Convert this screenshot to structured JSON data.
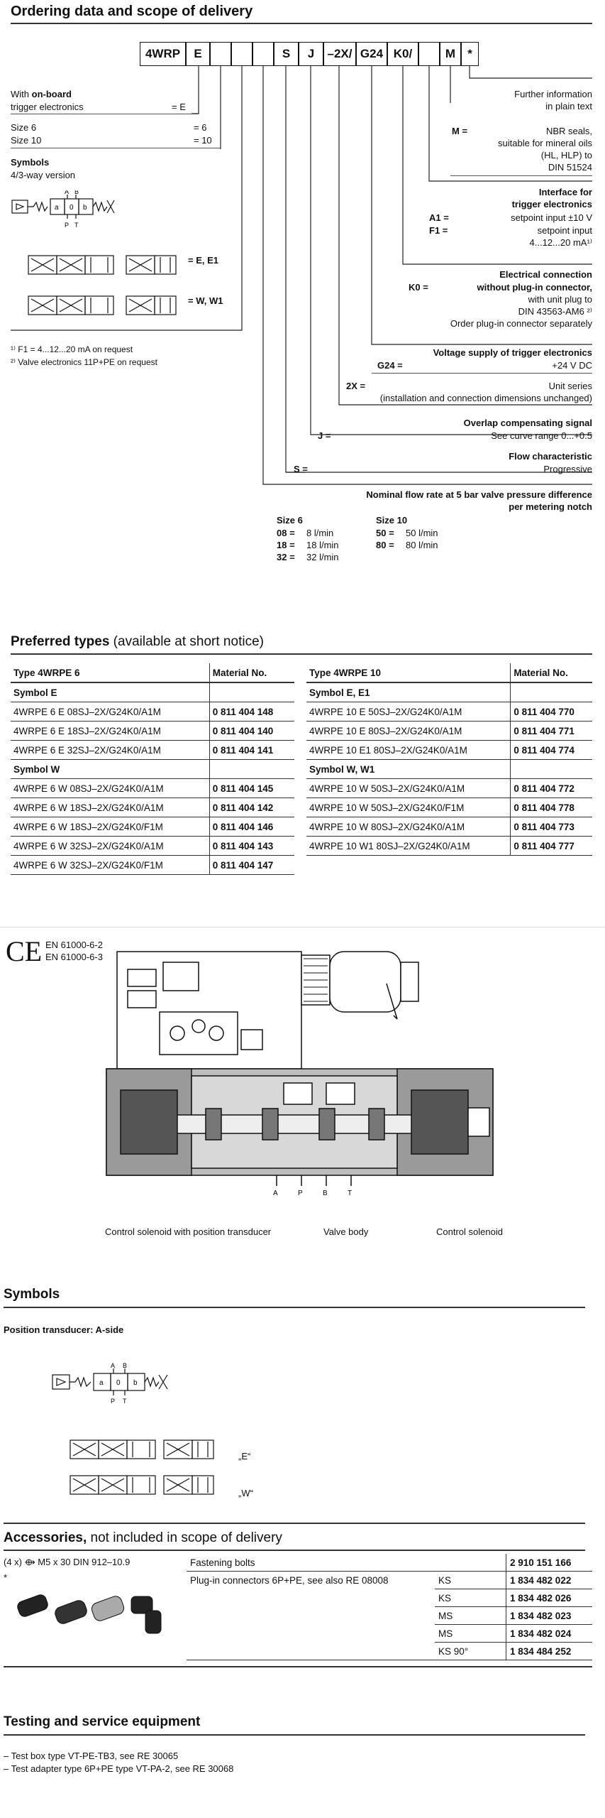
{
  "ordering": {
    "title": "Ordering data and scope of delivery",
    "code_boxes": [
      "4WRP",
      "E",
      "",
      "",
      "",
      "S",
      "J",
      "–2X/",
      "G24",
      "K0/",
      "",
      "M",
      "*"
    ],
    "left": {
      "onboard_prefix": "With ",
      "onboard_bold": "on-board",
      "onboard_line2": "trigger electronics",
      "onboard_code": "= E",
      "size6": "Size 6",
      "size6_code": "= 6",
      "size10": "Size 10",
      "size10_code": "= 10",
      "symbols_title": "Symbols",
      "symbols_sub": "4/3-way version",
      "sym_e": "= E, E1",
      "sym_w": "= W, W1",
      "fn1": "¹⁾ F1 = 4...12...20 mA on request",
      "fn2": "²⁾ Valve electronics 11P+PE on request"
    },
    "right": {
      "further1": "Further information",
      "further2": "in plain text",
      "m_code": "M =",
      "m1": "NBR seals,",
      "m2": "suitable for mineral oils",
      "m3": "(HL, HLP) to",
      "m4": "DIN 51524",
      "iface1": "Interface for",
      "iface2": "trigger electronics",
      "a1_code": "A1 =",
      "a1_text": "setpoint input ±10 V",
      "f1_code": "F1 =",
      "f1_text": "setpoint input",
      "f1_text2": "4...12...20 mA¹⁾",
      "elec1": "Electrical connection",
      "elec2": "without plug-in connector,",
      "k0_code": "K0 =",
      "elec3": "with unit plug to",
      "elec4": "DIN 43563-AM6 ²⁾",
      "elec5": "Order plug-in connector separately",
      "volt1": "Voltage supply of trigger electronics",
      "g24_code": "G24 =",
      "volt2": "+24 V DC",
      "ser_code": "2X =",
      "ser1": "Unit series",
      "ser2": "(installation and connection dimensions unchanged)",
      "ovl1": "Overlap compensating signal",
      "j_code": "J =",
      "ovl2": "See curve range 0...+0.5",
      "flow1": "Flow characteristic",
      "s_code": "S =",
      "flow2": "Progressive",
      "nom1": "Nominal flow rate at 5 bar valve pressure difference",
      "nom2": "per metering notch",
      "size6_head": "Size 6",
      "size10_head": "Size 10",
      "s6": [
        {
          "code": "08 =",
          "val": "8 l/min"
        },
        {
          "code": "18 =",
          "val": "18 l/min"
        },
        {
          "code": "32 =",
          "val": "32 l/min"
        }
      ],
      "s10": [
        {
          "code": "50 =",
          "val": "50 l/min"
        },
        {
          "code": "80 =",
          "val": "80 l/min"
        }
      ]
    }
  },
  "preferred": {
    "title": "Preferred types",
    "title_light": " (available at short notice)",
    "left": {
      "head": [
        "Type 4WRPE 6",
        "Material No."
      ],
      "rows": [
        {
          "sec": "Symbol E"
        },
        {
          "type": "4WRPE 6 E 08SJ–2X/G24K0/A1M",
          "mat": "0 811 404 148"
        },
        {
          "type": "4WRPE 6 E 18SJ–2X/G24K0/A1M",
          "mat": "0 811 404 140"
        },
        {
          "type": "4WRPE 6 E 32SJ–2X/G24K0/A1M",
          "mat": "0 811 404 141"
        },
        {
          "sec": "Symbol W"
        },
        {
          "type": "4WRPE 6 W 08SJ–2X/G24K0/A1M",
          "mat": "0 811 404 145"
        },
        {
          "type": "4WRPE 6 W 18SJ–2X/G24K0/A1M",
          "mat": "0 811 404 142"
        },
        {
          "type": "4WRPE 6 W 18SJ–2X/G24K0/F1M",
          "mat": "0 811 404 146"
        },
        {
          "type": "4WRPE 6 W 32SJ–2X/G24K0/A1M",
          "mat": "0 811 404 143"
        },
        {
          "type": "4WRPE 6 W 32SJ–2X/G24K0/F1M",
          "mat": "0 811 404 147"
        }
      ]
    },
    "right": {
      "head": [
        "Type 4WRPE 10",
        "Material No."
      ],
      "rows": [
        {
          "sec": "Symbol E, E1"
        },
        {
          "type": "4WRPE 10 E 50SJ–2X/G24K0/A1M",
          "mat": "0 811 404 770"
        },
        {
          "type": "4WRPE 10 E 80SJ–2X/G24K0/A1M",
          "mat": "0 811 404 771"
        },
        {
          "type": "4WRPE 10 E1 80SJ–2X/G24K0/A1M",
          "mat": "0 811 404 774"
        },
        {
          "sec": "Symbol W, W1"
        },
        {
          "type": "4WRPE 10 W 50SJ–2X/G24K0/A1M",
          "mat": "0 811 404 772"
        },
        {
          "type": "4WRPE 10 W 50SJ–2X/G24K0/F1M",
          "mat": "0 811 404 778"
        },
        {
          "type": "4WRPE 10 W 80SJ–2X/G24K0/A1M",
          "mat": "0 811 404 773"
        },
        {
          "type": "4WRPE 10 W1 80SJ–2X/G24K0/A1M",
          "mat": "0 811 404 777"
        }
      ]
    }
  },
  "drawing": {
    "ce": "CE",
    "en1": "EN 61000-6-2",
    "en2": "EN 61000-6-3",
    "ports": [
      "A",
      "P",
      "B",
      "T"
    ],
    "cap_left": "Control solenoid with position transducer",
    "cap_mid": "Valve body",
    "cap_right": "Control solenoid"
  },
  "symbols": {
    "title": "Symbols",
    "sub": "Position transducer: A-side",
    "pin_a": "A",
    "pin_b": "B",
    "pin_p": "P",
    "pin_t": "T",
    "spool_a": "a",
    "spool_0": "0",
    "spool_b": "b",
    "label_e": "„E“",
    "label_w": "„W“"
  },
  "accessories": {
    "title": "Accessories,",
    "title_light": " not included in scope of delivery",
    "bolt_left": "(4 x) ⟴ M5 x 30 DIN 912–10.9",
    "bolt_desc": "Fastening bolts",
    "bolt_no": "2 910 151 166",
    "star": "*",
    "plug_desc": "Plug-in connectors 6P+PE, see also RE 08008",
    "plugs": [
      {
        "code": "KS",
        "no": "1 834 482 022"
      },
      {
        "code": "KS",
        "no": "1 834 482 026"
      },
      {
        "code": "MS",
        "no": "1 834 482 023"
      },
      {
        "code": "MS",
        "no": "1 834 482 024"
      },
      {
        "code": "KS 90°",
        "no": "1 834 484 252"
      }
    ]
  },
  "testing": {
    "title": "Testing and service equipment",
    "items": [
      "– Test box type VT-PE-TB3, see RE 30065",
      "– Test adapter type 6P+PE type VT-PA-2, see RE 30068"
    ]
  },
  "colors": {
    "ink": "#111111",
    "rule": "#333333",
    "cutaway_gray": "#9a9a9a"
  }
}
